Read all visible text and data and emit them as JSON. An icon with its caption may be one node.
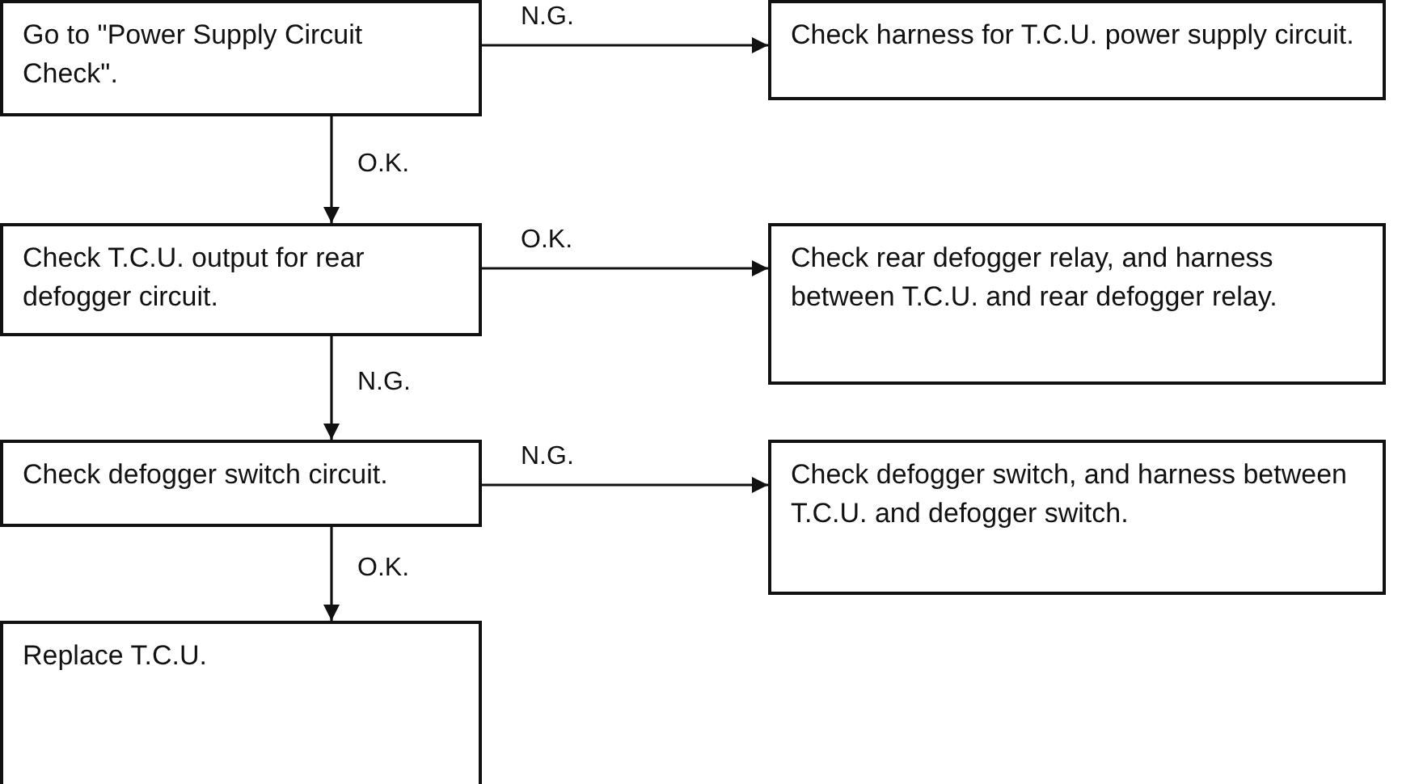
{
  "diagram": {
    "nodes": [
      {
        "text": [
          "Go to \"Power Supply Circuit Check\"."
        ]
      },
      {
        "text": [
          "Check harness for T.C.U. power supply circuit."
        ]
      },
      {
        "text": [
          "Check T.C.U. output for rear defogger circuit."
        ]
      },
      {
        "text": [
          "Check rear defogger relay, and harness between T.C.U. and rear defogger relay."
        ]
      },
      {
        "text": [
          "Check defogger switch circuit."
        ]
      },
      {
        "text": [
          "Check defogger switch, and harness between T.C.U. and defogger switch."
        ]
      },
      {
        "text": [
          "Replace T.C.U."
        ]
      }
    ],
    "edges": [
      {
        "from": 0,
        "to": 1,
        "arrow": "to",
        "label": "N.G."
      },
      {
        "from": 0,
        "to": 2,
        "arrow": "to",
        "label": "O.K."
      },
      {
        "from": 2,
        "to": 3,
        "arrow": "to",
        "label": "O.K."
      },
      {
        "from": 2,
        "to": 4,
        "arrow": "to",
        "label": "N.G."
      },
      {
        "from": 4,
        "to": 5,
        "arrow": "to",
        "label": "N.G."
      },
      {
        "from": 4,
        "to": 6,
        "arrow": "to",
        "label": "O.K."
      }
    ]
  }
}
